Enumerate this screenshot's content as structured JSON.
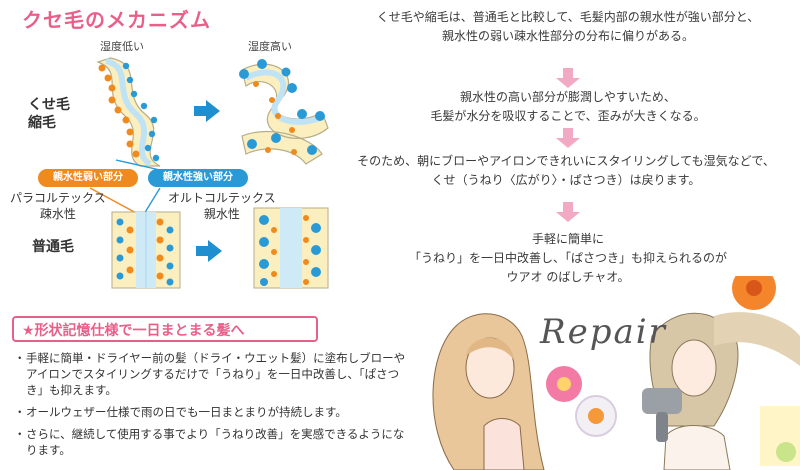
{
  "title": "クセ毛のメカニズム",
  "labels": {
    "humidity_low": "湿度低い",
    "humidity_high": "湿度高い",
    "curly_row": "くせ毛\n縮毛",
    "normal_row": "普通毛",
    "pill_weak": "親水性弱い部分",
    "pill_strong": "親水性強い部分",
    "para_cortex": "パラコルテックス\n疎水性",
    "ortho_cortex": "オルトコルテックス\n親水性"
  },
  "explanations": [
    "くせ毛や縮毛は、普通毛と比較して、毛髪内部の親水性が強い部分と、\n親水性の弱い疎水性部分の分布に偏りがある。",
    "親水性の高い部分が膨潤しやすいため、\n毛髪が水分を吸収することで、歪みが大きくなる。",
    "そのため、朝にブローやアイロンできれいにスタイリングしても湿気などで、\nくせ（うねり〈広がり〉・ぱさつき）は戻ります。",
    "手軽に簡単に\n「うねり」を一日中改善し、「ぱさつき」も抑えられるのが\nウアオ のばしチャオ。"
  ],
  "banner": "★形状記憶仕様で一日まとまる髪へ",
  "bullets": [
    "手軽に簡単・ドライヤー前の髪（ドライ・ウエット髪）に塗布しブローやアイロンでスタイリングするだけで「うねり」を一日中改善し、「ぱさつき」も抑えます。",
    "オールウェザー仕様で雨の日でも一日まとまりが持続します。",
    "さらに、継続して使用する事でより「うねり改善」を実感できるようになります。"
  ],
  "bullet_mark": "・",
  "repair_text": "Repair",
  "colors": {
    "title": "#e8608a",
    "orange": "#ef8a1e",
    "blue": "#2a9ad6",
    "arrow": "#1f8fd0",
    "down_arrow": "#f2a9c3"
  }
}
